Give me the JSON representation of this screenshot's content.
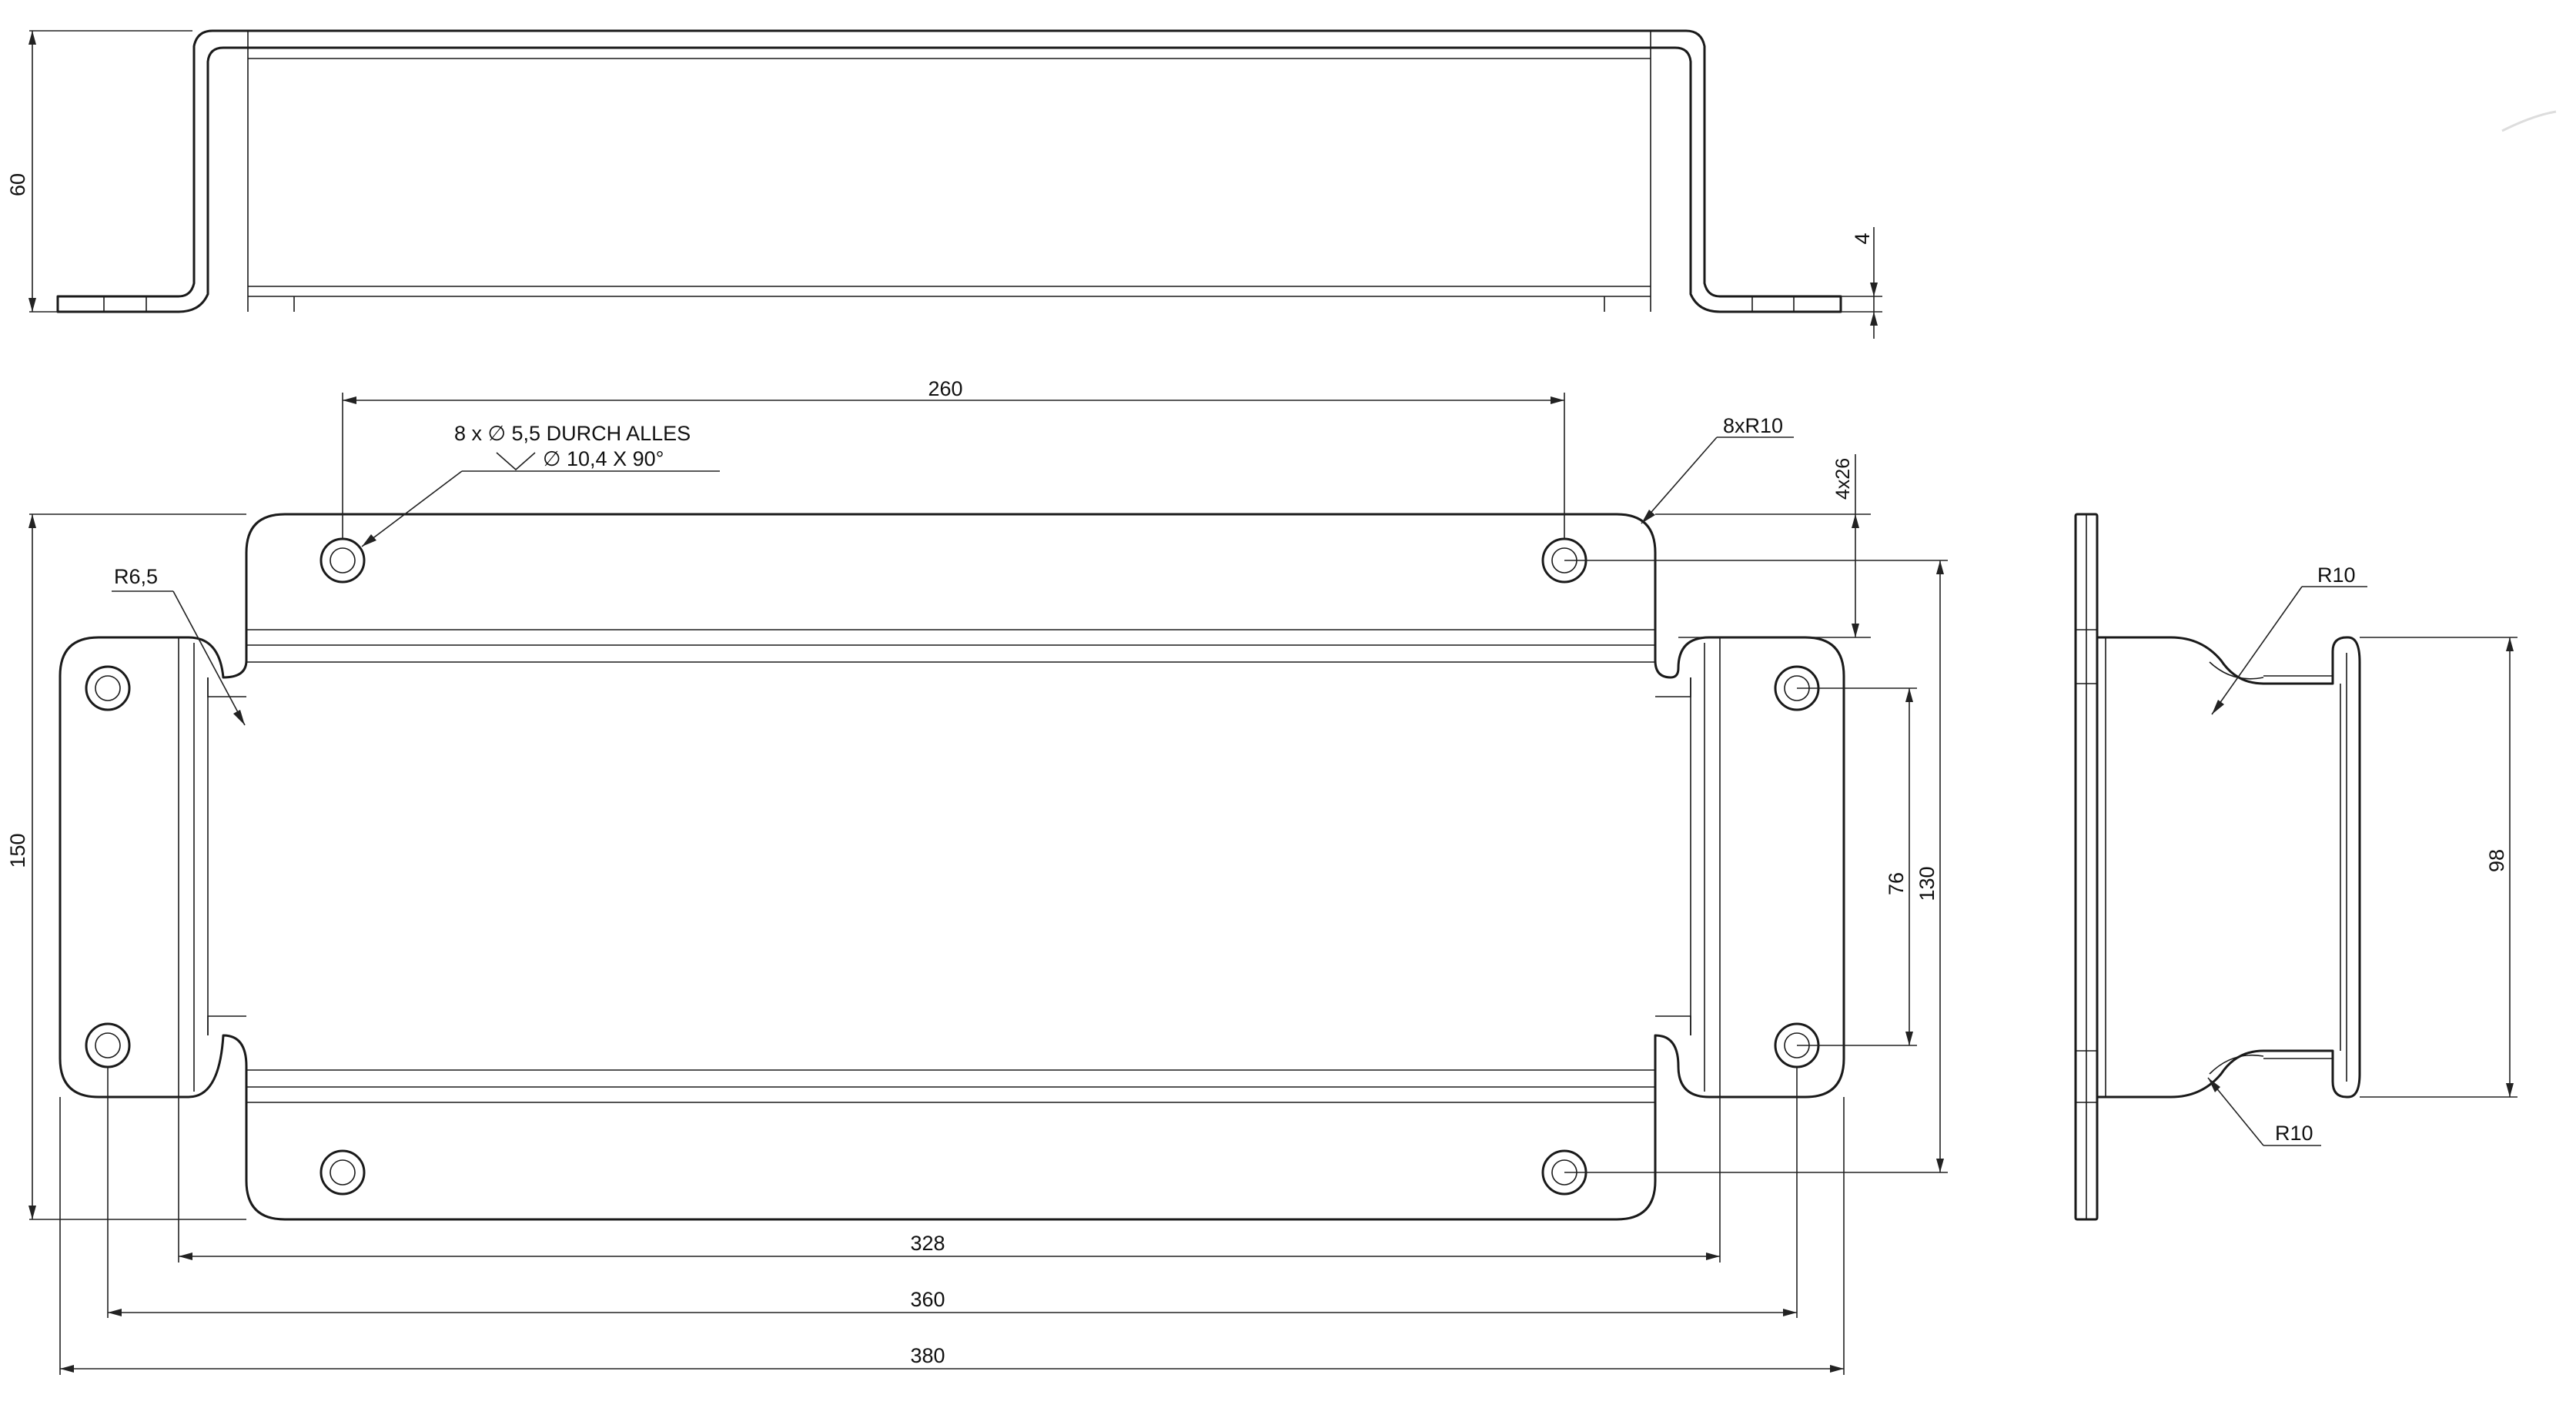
{
  "drawing": {
    "top_view": {
      "dimensions": {
        "height": "60",
        "thickness": "4"
      }
    },
    "front_view": {
      "dimensions": {
        "hole_spacing_long": "260",
        "overall_height": "150",
        "flange_edge": "4x26",
        "hole_spacing_outer": "130",
        "hole_spacing_inner": "76",
        "width_328": "328",
        "width_360": "360",
        "width_380": "380"
      },
      "callouts": {
        "hole_spec_line1": "8 x ∅ 5,5 DURCH ALLES",
        "hole_spec_line2": "∅ 10,4 X 90°",
        "corner_radius": "8xR10",
        "inner_radius": "R6,5"
      }
    },
    "side_view": {
      "dimensions": {
        "depth": "98"
      },
      "callouts": {
        "radius_top": "R10",
        "radius_bottom": "R10"
      }
    }
  }
}
